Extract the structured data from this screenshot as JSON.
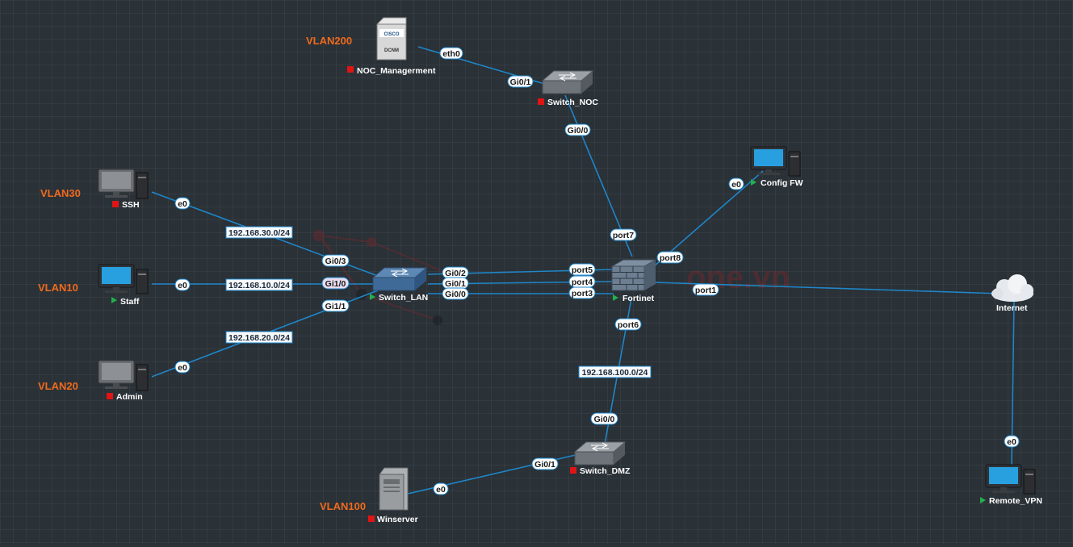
{
  "vlans": {
    "vlan200": "VLAN200",
    "vlan30": "VLAN30",
    "vlan10": "VLAN10",
    "vlan20": "VLAN20",
    "vlan100": "VLAN100"
  },
  "nodes": {
    "noc": {
      "label": "NOC_Managerment",
      "status": "stopped",
      "badge": "DCNM",
      "brand": "CISCO"
    },
    "switch_noc": {
      "label": "Switch_NOC",
      "status": "stopped"
    },
    "ssh": {
      "label": "SSH",
      "status": "stopped"
    },
    "staff": {
      "label": "Staff",
      "status": "running"
    },
    "admin": {
      "label": "Admin",
      "status": "stopped"
    },
    "switch_lan": {
      "label": "Switch_LAN",
      "status": "running"
    },
    "fortinet": {
      "label": "Fortinet",
      "status": "running"
    },
    "config_fw": {
      "label": "Config FW",
      "status": "running"
    },
    "internet": {
      "label": "Internet"
    },
    "switch_dmz": {
      "label": "Switch_DMZ",
      "status": "stopped"
    },
    "winserver": {
      "label": "Winserver",
      "status": "stopped"
    },
    "remote_vpn": {
      "label": "Remote_VPN",
      "status": "running"
    }
  },
  "ports": {
    "noc_eth0": "eth0",
    "swnoc_gi01": "Gi0/1",
    "swnoc_gi00": "Gi0/0",
    "fw_port7": "port7",
    "fw_port8": "port8",
    "cfg_e0": "e0",
    "fw_port1": "port1",
    "ssh_e0": "e0",
    "lan_gi03": "Gi0/3",
    "staff_e0": "e0",
    "lan_gi10": "Gi1/0",
    "lan_gi11": "Gi1/1",
    "admin_e0": "e0",
    "lan_gi02": "Gi0/2",
    "lan_gi01": "Gi0/1",
    "lan_gi00": "Gi0/0",
    "fw_port5": "port5",
    "fw_port4": "port4",
    "fw_port3": "port3",
    "fw_port6": "port6",
    "dmz_gi00": "Gi0/0",
    "dmz_gi01": "Gi0/1",
    "win_e0": "e0",
    "vpn_e0": "e0"
  },
  "subnets": {
    "s30": "192.168.30.0/24",
    "s10": "192.168.10.0/24",
    "s20": "192.168.20.0/24",
    "s100": "192.168.100.0/24"
  },
  "colors": {
    "link": "#1f86c8",
    "running": "#22b14c",
    "stopped": "#e01414",
    "vlan_text": "#f06a1c",
    "background": "#2a3137",
    "monitor_screen": "#28a0e0"
  }
}
